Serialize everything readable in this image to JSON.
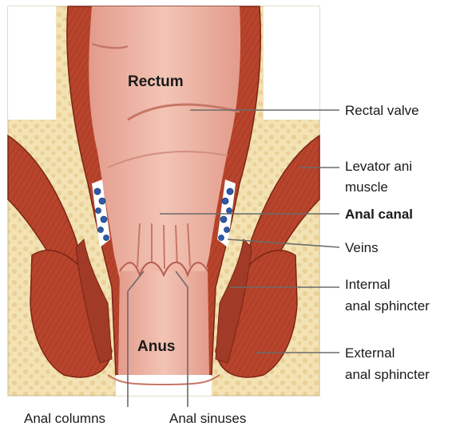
{
  "labels": {
    "rectum": "Rectum",
    "anus": "Anus",
    "rectal_valve": "Rectal valve",
    "levator_ani_line1": "Levator ani",
    "levator_ani_line2": "muscle",
    "anal_canal": "Anal canal",
    "veins": "Veins",
    "internal_sphincter_line1": "Internal",
    "internal_sphincter_line2": "anal sphincter",
    "external_sphincter_line1": "External",
    "external_sphincter_line2": "anal sphincter",
    "anal_columns": "Anal columns",
    "anal_sinuses": "Anal sinuses"
  },
  "colors": {
    "background": "#f3e3b4",
    "fat_dots": "#e2c98d",
    "muscle": "#b8442c",
    "muscle_dark": "#8d2c1c",
    "mucosa": "#e8a99b",
    "mucosa_light": "#f3c6b8",
    "vein": "#2f5aa8",
    "text": "#1a1a1a"
  }
}
